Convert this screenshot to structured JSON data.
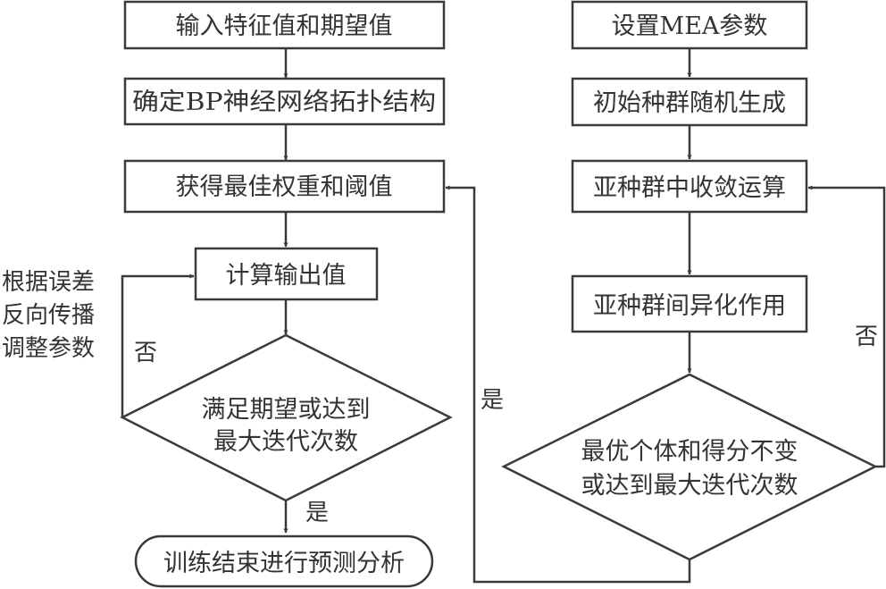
{
  "diagram": {
    "type": "flowchart",
    "colors": {
      "stroke": "#3a3a3a",
      "text": "#333333",
      "background": "#ffffff"
    },
    "left_flow": {
      "nodes": [
        {
          "id": "input",
          "shape": "rect",
          "text": "输入特征值和期望值"
        },
        {
          "id": "topology",
          "shape": "rect",
          "text": "确定BP神经网络拓扑结构"
        },
        {
          "id": "best_weights",
          "shape": "rect",
          "text": "获得最佳权重和阈值"
        },
        {
          "id": "compute_output",
          "shape": "rect",
          "text": "计算输出值"
        },
        {
          "id": "bp_check",
          "shape": "diamond",
          "lines": [
            "满足期望或达到",
            "最大迭代次数"
          ]
        },
        {
          "id": "end",
          "shape": "terminal",
          "text": "训练结束进行预测分析"
        }
      ],
      "backprop_note": [
        "根据误差",
        "反向传播",
        "调整参数"
      ],
      "no_label": "否",
      "yes_label": "是"
    },
    "right_flow": {
      "nodes": [
        {
          "id": "mea_params",
          "shape": "rect",
          "text": "设置MEA参数"
        },
        {
          "id": "init_pop",
          "shape": "rect",
          "text": "初始种群随机生成"
        },
        {
          "id": "converge",
          "shape": "rect",
          "text": "亚种群中收敛运算"
        },
        {
          "id": "dissimilate",
          "shape": "rect",
          "text": "亚种群间异化作用"
        },
        {
          "id": "mea_check",
          "shape": "diamond",
          "lines": [
            "最优个体和得分不变",
            "或达到最大迭代次数"
          ]
        }
      ],
      "no_label": "否",
      "yes_label": "是"
    },
    "edges": [
      {
        "from": "input",
        "to": "topology"
      },
      {
        "from": "topology",
        "to": "best_weights"
      },
      {
        "from": "best_weights",
        "to": "compute_output"
      },
      {
        "from": "compute_output",
        "to": "bp_check"
      },
      {
        "from": "bp_check",
        "to": "end",
        "label": "是"
      },
      {
        "from": "bp_check",
        "to": "compute_output",
        "label": "否"
      },
      {
        "from": "mea_params",
        "to": "init_pop"
      },
      {
        "from": "init_pop",
        "to": "converge"
      },
      {
        "from": "converge",
        "to": "dissimilate"
      },
      {
        "from": "dissimilate",
        "to": "mea_check"
      },
      {
        "from": "mea_check",
        "to": "converge",
        "label": "否"
      },
      {
        "from": "mea_check",
        "to": "best_weights",
        "label": "是"
      }
    ]
  }
}
